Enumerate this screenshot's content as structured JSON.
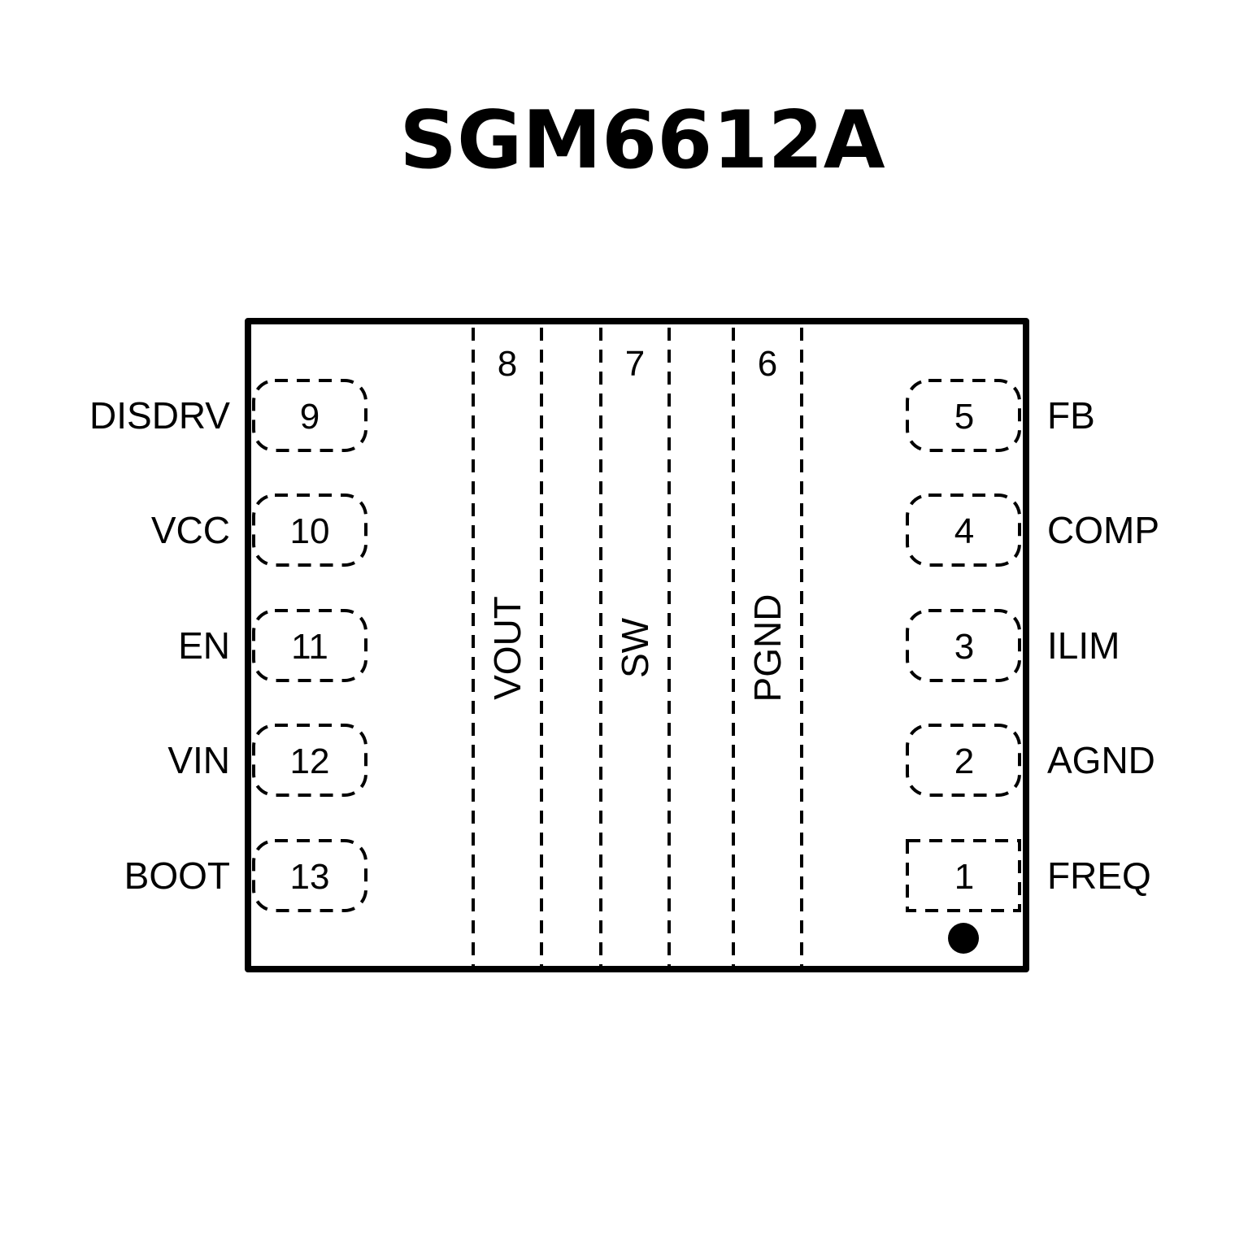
{
  "title": "SGM6612A",
  "colors": {
    "line": "#000000",
    "background": "#ffffff"
  },
  "left_pins": [
    {
      "number": "9",
      "name": "DISDRV"
    },
    {
      "number": "10",
      "name": "VCC"
    },
    {
      "number": "11",
      "name": "EN"
    },
    {
      "number": "12",
      "name": "VIN"
    },
    {
      "number": "13",
      "name": "BOOT"
    }
  ],
  "right_pins": [
    {
      "number": "5",
      "name": "FB"
    },
    {
      "number": "4",
      "name": "COMP"
    },
    {
      "number": "3",
      "name": "ILIM"
    },
    {
      "number": "2",
      "name": "AGND"
    },
    {
      "number": "1",
      "name": "FREQ"
    }
  ],
  "center_pins": [
    {
      "number": "8",
      "name": "VOUT"
    },
    {
      "number": "7",
      "name": "SW"
    },
    {
      "number": "6",
      "name": "PGND"
    }
  ],
  "pin1_marker": "filled-dot"
}
